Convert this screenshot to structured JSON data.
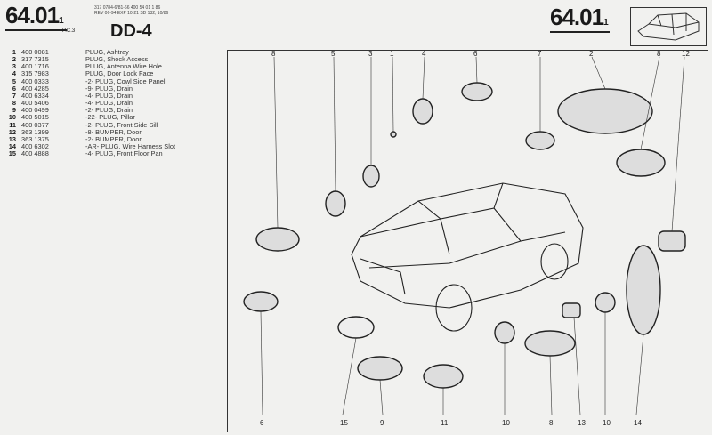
{
  "header": {
    "page_left": "64.01",
    "page_left_sub": "1",
    "page_right": "64.01",
    "page_right_sub": "1",
    "ref_line1": "317 0784-6/81-66  400 54 01 1 86",
    "ref_line2": "REV 06-94 EXP 10-21 SD 132, 10/86",
    "pcs": "P.C.3",
    "model": "DD-4"
  },
  "parts": [
    {
      "num": "1",
      "part_no": "400 0081",
      "desc": "PLUG, Ashtray"
    },
    {
      "num": "2",
      "part_no": "317 7315",
      "desc": "PLUG, Shock Access"
    },
    {
      "num": "3",
      "part_no": "400 1716",
      "desc": "PLUG, Antenna Wire Hole"
    },
    {
      "num": "4",
      "part_no": "315 7983",
      "desc": "PLUG, Door Lock Face"
    },
    {
      "num": "5",
      "part_no": "400 0333",
      "desc": "-2- PLUG, Cowl Side Panel"
    },
    {
      "num": "6",
      "part_no": "400 4285",
      "desc": "-9- PLUG, Drain"
    },
    {
      "num": "7",
      "part_no": "400 6334",
      "desc": "-4- PLUG, Drain"
    },
    {
      "num": "8",
      "part_no": "400 5406",
      "desc": "-4- PLUG, Drain"
    },
    {
      "num": "9",
      "part_no": "400 0499",
      "desc": "-2- PLUG, Drain"
    },
    {
      "num": "10",
      "part_no": "400 5015",
      "desc": "-22- PLUG, Pillar"
    },
    {
      "num": "11",
      "part_no": "400 0377",
      "desc": "-2- PLUG, Front Side Sill"
    },
    {
      "num": "12",
      "part_no": "363 1399",
      "desc": "-8- BUMPER, Door"
    },
    {
      "num": "13",
      "part_no": "363 1375",
      "desc": "-2- BUMPER, Door"
    },
    {
      "num": "14",
      "part_no": "400 6302",
      "desc": "-AR- PLUG, Wire Harness Slot"
    },
    {
      "num": "15",
      "part_no": "400 4888",
      "desc": "-4- PLUG, Front Floor Pan"
    }
  ],
  "callouts_top": [
    "8",
    "5",
    "3",
    "1",
    "4",
    "6",
    "7",
    "2",
    "8",
    "12"
  ],
  "callouts_bottom": [
    "6",
    "15",
    "9",
    "11",
    "10",
    "8",
    "13",
    "10",
    "14"
  ]
}
